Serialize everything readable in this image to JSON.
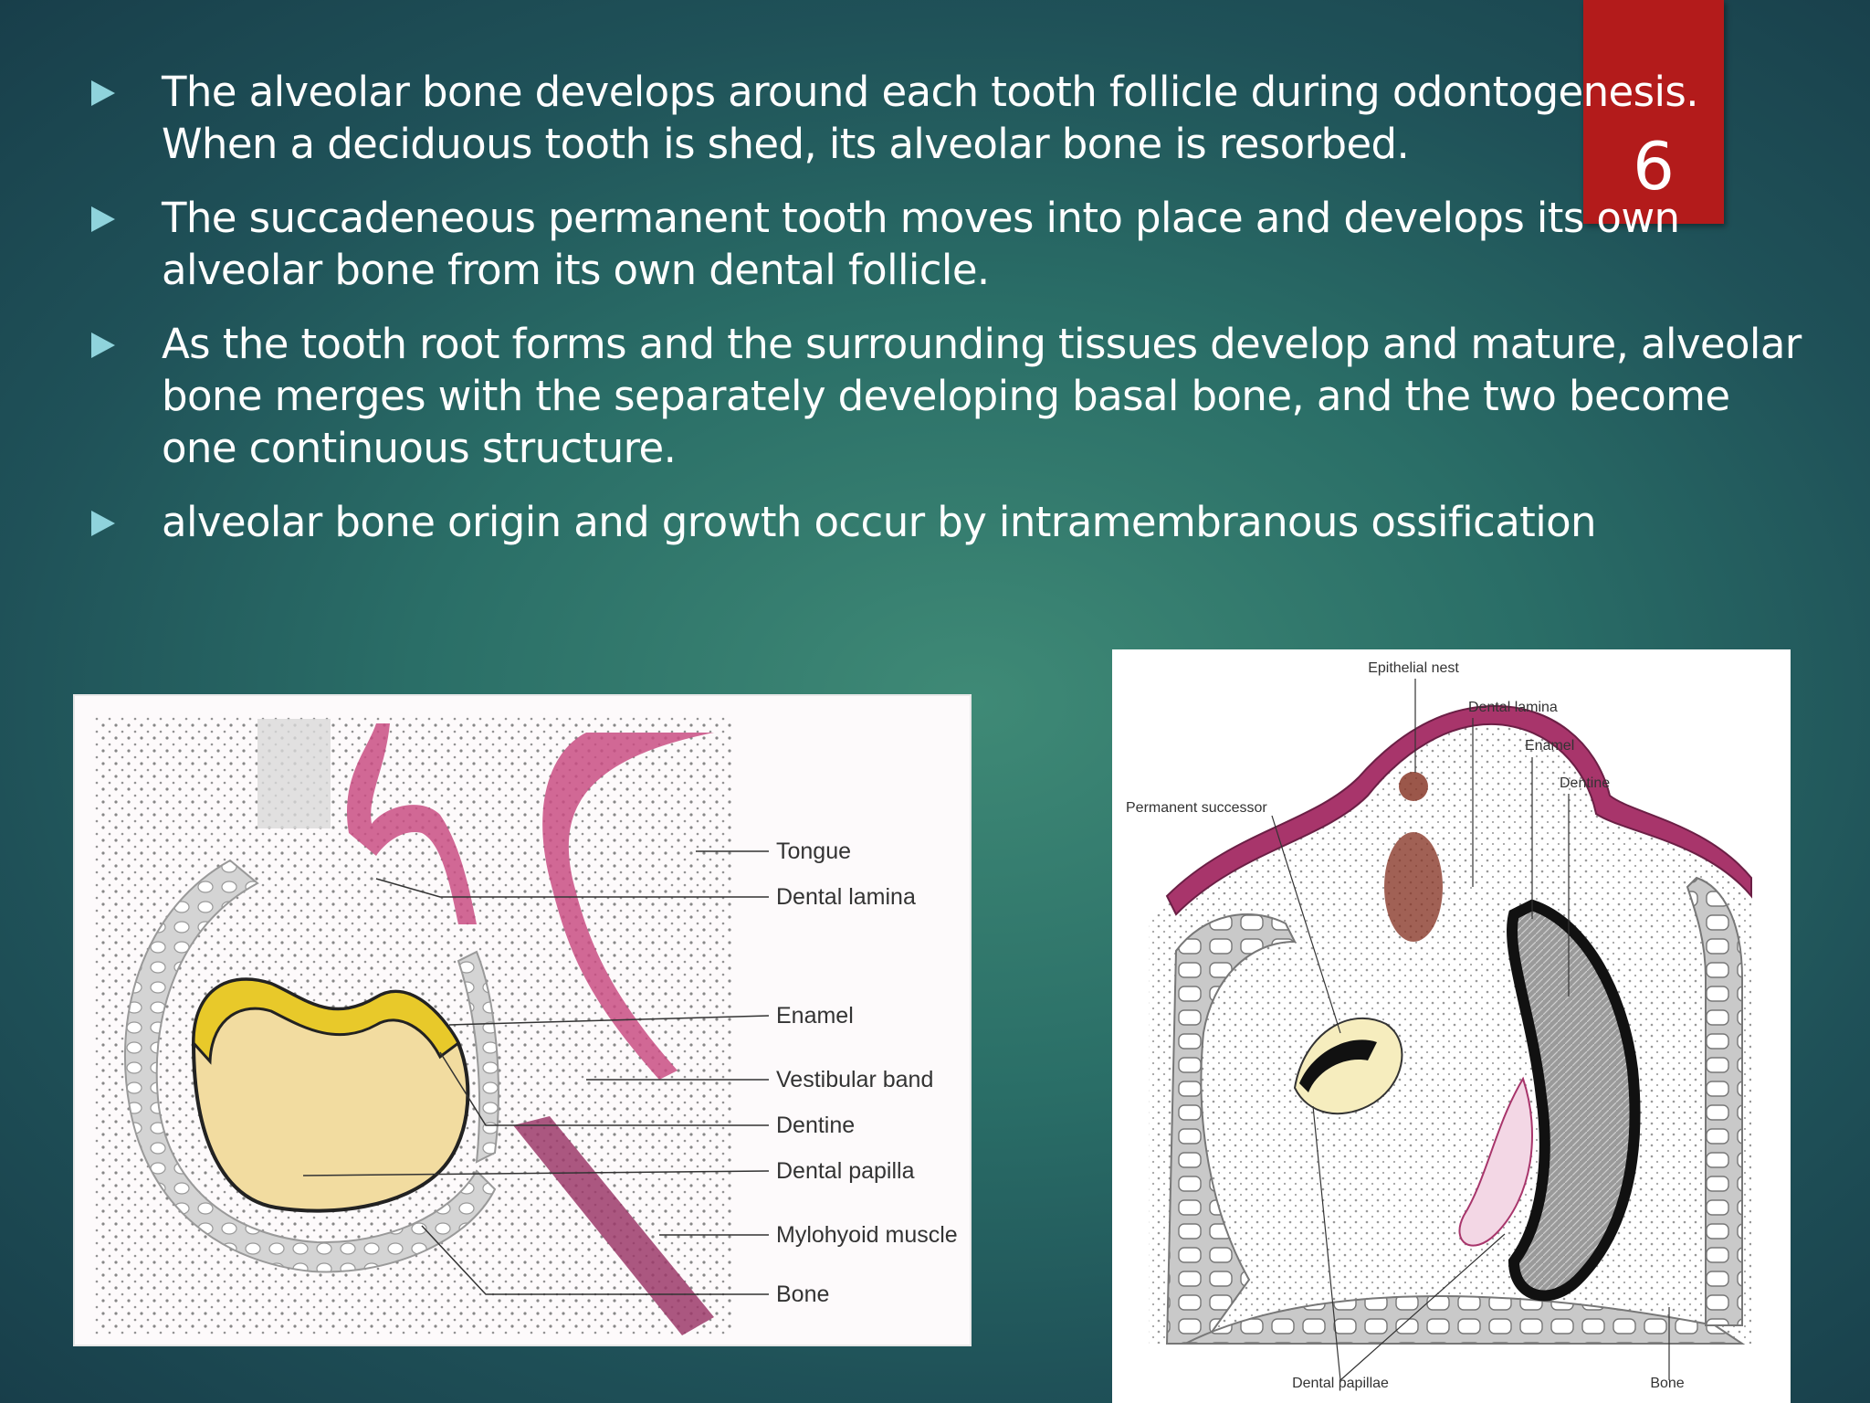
{
  "slide": {
    "number": "6"
  },
  "bullets": [
    {
      "text": "The alveolar bone develops around each tooth follicle during odontogenesis. When a deciduous tooth is shed, its alveolar bone is resorbed."
    },
    {
      "text": "The succadeneous permanent tooth moves into place and develops its own alveolar bone from its own dental follicle."
    },
    {
      "text": "As the tooth root forms and the surrounding tissues develop and mature, alveolar bone merges with the separately developing basal bone, and the two become one continuous structure."
    },
    {
      "text": " alveolar bone origin and growth occur by intramembranous ossification"
    }
  ],
  "figure_left": {
    "labels": {
      "tongue": "Tongue",
      "dental_lamina": "Dental lamina",
      "enamel": "Enamel",
      "vestibular_band": "Vestibular band",
      "dentine": "Dentine",
      "dental_papilla": "Dental papilla",
      "mylohyoid_muscle": "Mylohyoid muscle",
      "bone": "Bone"
    }
  },
  "figure_right": {
    "labels": {
      "epithelial_nest": "Epithelial nest",
      "dental_lamina": "Dental lamina",
      "enamel": "Enamel",
      "dentine": "Dentine",
      "permanent_successor": "Permanent successor",
      "dental_papillae": "Dental papillae",
      "bone": "Bone"
    }
  },
  "colors": {
    "slide_number_box": "#b31b1b",
    "bullet_marker": "#8fd3dc",
    "epithelium": "#b03a6a",
    "enamel": "#e8c92a",
    "papilla": "#f2dca0",
    "bone": "#b9b9b9"
  }
}
